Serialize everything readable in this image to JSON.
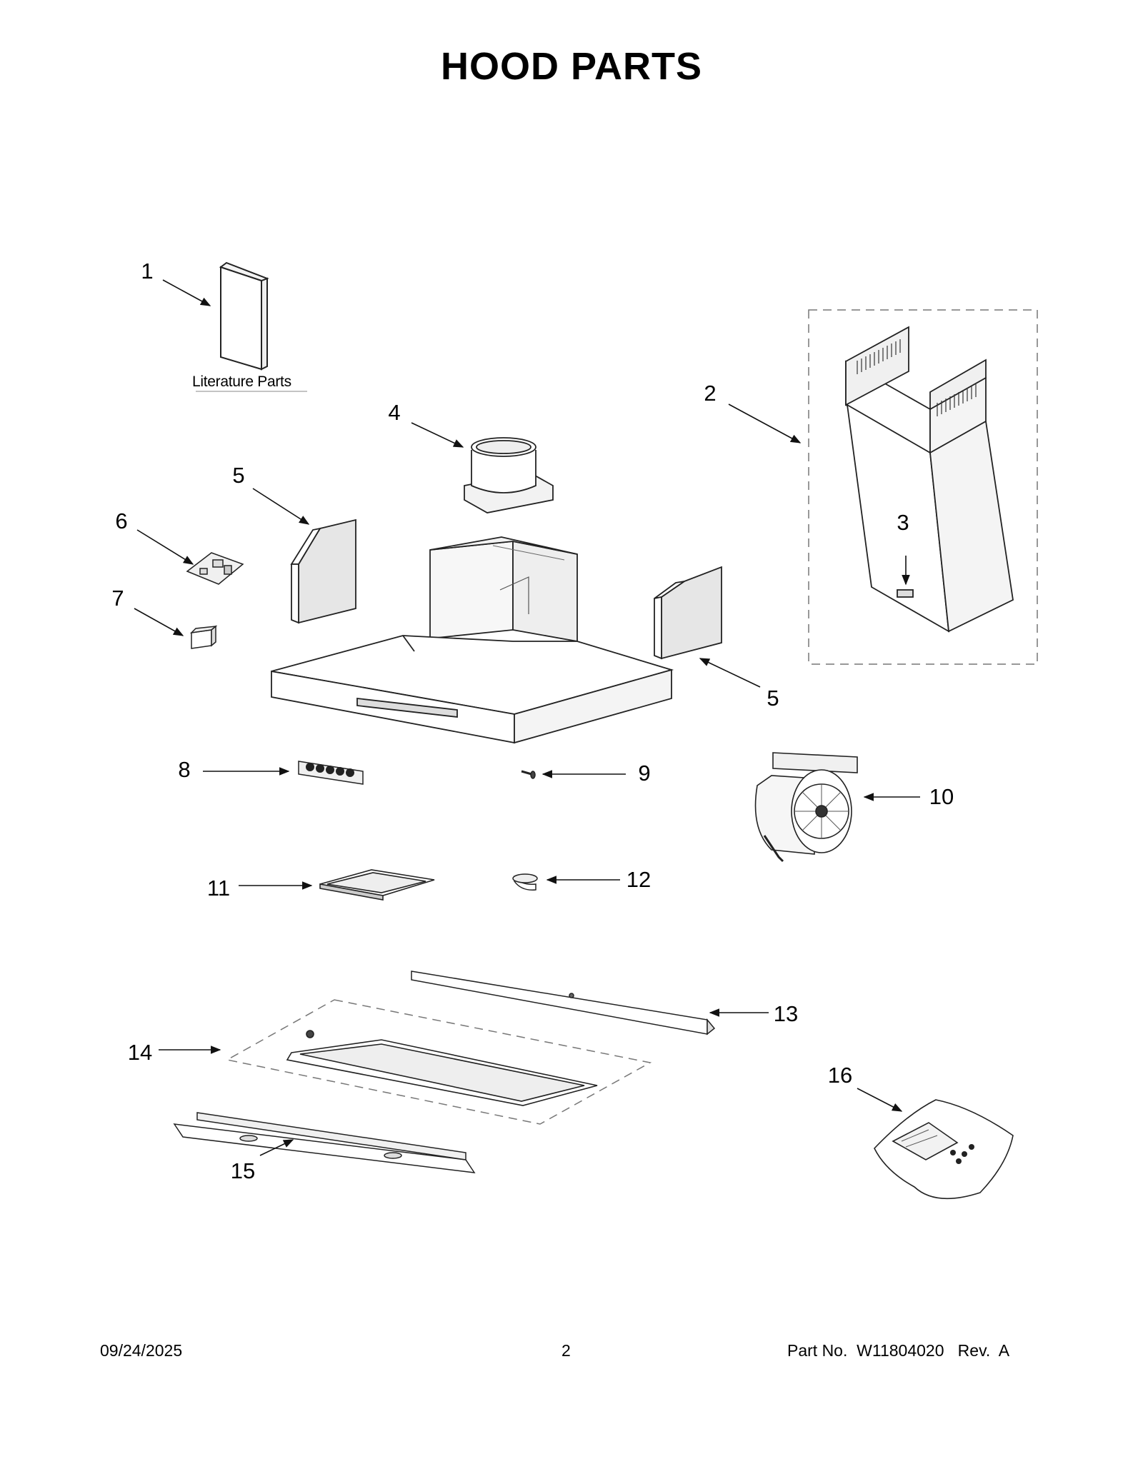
{
  "page": {
    "title_words": [
      "HOOD",
      "PARTS"
    ]
  },
  "literature_label": "Literature Parts",
  "callouts": [
    "1",
    "2",
    "3",
    "4",
    "5",
    "5",
    "6",
    "7",
    "8",
    "9",
    "10",
    "11",
    "12",
    "13",
    "14",
    "15",
    "16"
  ],
  "footer": {
    "date": "09/24/2025",
    "page_number": "2",
    "part_label": "Part No.",
    "part_number": "W11804020",
    "rev_label": "Rev.",
    "rev": "A"
  },
  "colors": {
    "line": "#222222",
    "dash": "#777777",
    "fill": "#ffffff",
    "shade": "#e6e6e6"
  }
}
